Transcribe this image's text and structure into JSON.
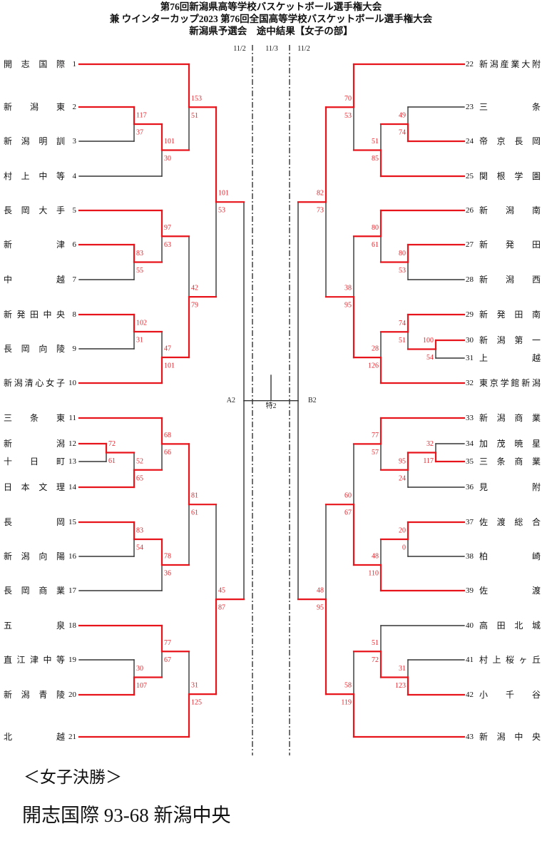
{
  "title": {
    "lines": [
      "第76回新潟県高等学校バスケットボール選手権大会",
      "兼 ウインターカップ2023 第76回全国高等学校バスケットボール選手権大会",
      "新潟県予選会　途中結果【女子の部】"
    ]
  },
  "dates": {
    "left": "11/2",
    "center": "11/3",
    "right": "11/2"
  },
  "colors": {
    "win_line": "#e8141c",
    "line": "#333333",
    "score": "#e3262d"
  },
  "teams": {
    "left": [
      {
        "no": "1",
        "name": "開志国際"
      },
      {
        "no": "2",
        "name": "新潟東"
      },
      {
        "no": "3",
        "name": "新潟明訓"
      },
      {
        "no": "4",
        "name": "村上中等"
      },
      {
        "no": "5",
        "name": "長岡大手"
      },
      {
        "no": "6",
        "name": "新津"
      },
      {
        "no": "7",
        "name": "中越"
      },
      {
        "no": "8",
        "name": "新発田中央"
      },
      {
        "no": "9",
        "name": "長岡向陵"
      },
      {
        "no": "10",
        "name": "新潟清心女子"
      },
      {
        "no": "11",
        "name": "三条東"
      },
      {
        "no": "12",
        "name": "新潟"
      },
      {
        "no": "13",
        "name": "十日町"
      },
      {
        "no": "14",
        "name": "日本文理"
      },
      {
        "no": "15",
        "name": "長岡"
      },
      {
        "no": "16",
        "name": "新潟向陽"
      },
      {
        "no": "17",
        "name": "長岡商業"
      },
      {
        "no": "18",
        "name": "五泉"
      },
      {
        "no": "19",
        "name": "直江津中等"
      },
      {
        "no": "20",
        "name": "新潟青陵"
      },
      {
        "no": "21",
        "name": "北越"
      }
    ],
    "right": [
      {
        "no": "22",
        "name": "新潟産業大附"
      },
      {
        "no": "23",
        "name": "三条"
      },
      {
        "no": "24",
        "name": "帝京長岡"
      },
      {
        "no": "25",
        "name": "関根学園"
      },
      {
        "no": "26",
        "name": "新潟南"
      },
      {
        "no": "27",
        "name": "新発田"
      },
      {
        "no": "28",
        "name": "新潟西"
      },
      {
        "no": "29",
        "name": "新発田南"
      },
      {
        "no": "30",
        "name": "新潟第一"
      },
      {
        "no": "31",
        "name": "上越"
      },
      {
        "no": "32",
        "name": "東京学館新潟"
      },
      {
        "no": "33",
        "name": "新潟商業"
      },
      {
        "no": "34",
        "name": "加茂暁星"
      },
      {
        "no": "35",
        "name": "三条商業"
      },
      {
        "no": "36",
        "name": "見附"
      },
      {
        "no": "37",
        "name": "佐渡総合"
      },
      {
        "no": "38",
        "name": "柏崎"
      },
      {
        "no": "39",
        "name": "佐渡"
      },
      {
        "no": "40",
        "name": "高田北城"
      },
      {
        "no": "41",
        "name": "村上桜ヶ丘"
      },
      {
        "no": "42",
        "name": "小千谷"
      },
      {
        "no": "43",
        "name": "新潟中央"
      }
    ]
  },
  "bracket": {
    "left": {
      "round": 5,
      "top": {
        "round": 4,
        "scores": [
          101,
          53
        ],
        "top": {
          "round": 3,
          "scores": [
            153,
            51
          ],
          "top": {
            "team": "1"
          },
          "bottom": {
            "round": 2,
            "scores": [
              101,
              30
            ],
            "top": {
              "round": 1,
              "scores": [
                117,
                37
              ],
              "top": {
                "team": "2"
              },
              "bottom": {
                "team": "3"
              }
            },
            "bottom": {
              "team": "4"
            }
          }
        },
        "bottom": {
          "round": 3,
          "scores": [
            42,
            79
          ],
          "top": {
            "round": 2,
            "scores": [
              97,
              63
            ],
            "top": {
              "team": "5"
            },
            "bottom": {
              "round": 1,
              "scores": [
                83,
                55
              ],
              "top": {
                "team": "6"
              },
              "bottom": {
                "team": "7"
              }
            }
          },
          "bottom": {
            "round": 2,
            "scores": [
              47,
              101
            ],
            "top": {
              "round": 1,
              "scores": [
                102,
                31
              ],
              "top": {
                "team": "8"
              },
              "bottom": {
                "team": "9"
              }
            },
            "bottom": {
              "team": "10"
            }
          }
        }
      },
      "bottom": {
        "round": 4,
        "scores": [
          45,
          87
        ],
        "top": {
          "round": 3,
          "scores": [
            81,
            61
          ],
          "top": {
            "round": 2,
            "scores": [
              68,
              66
            ],
            "top": {
              "team": "11"
            },
            "bottom": {
              "round": 1,
              "scores": [
                52,
                65
              ],
              "top": {
                "round": 0,
                "scores": [
                  72,
                  61
                ],
                "top": {
                  "team": "12"
                },
                "bottom": {
                  "team": "13"
                }
              },
              "bottom": {
                "team": "14"
              }
            }
          },
          "bottom": {
            "round": 2,
            "scores": [
              78,
              36
            ],
            "top": {
              "round": 1,
              "scores": [
                83,
                54
              ],
              "top": {
                "team": "15"
              },
              "bottom": {
                "team": "16"
              }
            },
            "bottom": {
              "team": "17"
            }
          }
        },
        "bottom": {
          "round": 3,
          "scores": [
            31,
            125
          ],
          "top": {
            "round": 2,
            "scores": [
              77,
              67
            ],
            "top": {
              "team": "18"
            },
            "bottom": {
              "round": 1,
              "scores": [
                30,
                107
              ],
              "top": {
                "team": "19"
              },
              "bottom": {
                "team": "20"
              }
            }
          },
          "bottom": {
            "team": "21"
          }
        }
      }
    },
    "right": {
      "round": 5,
      "top": {
        "round": 4,
        "scores": [
          82,
          73
        ],
        "top": {
          "round": 3,
          "scores": [
            70,
            53
          ],
          "top": {
            "team": "22"
          },
          "bottom": {
            "round": 2,
            "scores": [
              51,
              85
            ],
            "top": {
              "round": 1,
              "scores": [
                49,
                74
              ],
              "top": {
                "team": "23"
              },
              "bottom": {
                "team": "24"
              }
            },
            "bottom": {
              "team": "25"
            }
          }
        },
        "bottom": {
          "round": 3,
          "scores": [
            38,
            95
          ],
          "top": {
            "round": 2,
            "scores": [
              80,
              61
            ],
            "top": {
              "team": "26"
            },
            "bottom": {
              "round": 1,
              "scores": [
                80,
                53
              ],
              "top": {
                "team": "27"
              },
              "bottom": {
                "team": "28"
              }
            }
          },
          "bottom": {
            "round": 2,
            "scores": [
              28,
              126
            ],
            "top": {
              "round": 1,
              "scores": [
                74,
                51
              ],
              "top": {
                "team": "29"
              },
              "bottom": {
                "round": 0,
                "scores": [
                  100,
                  54
                ],
                "top": {
                  "team": "30"
                },
                "bottom": {
                  "team": "31"
                }
              }
            },
            "bottom": {
              "team": "32"
            }
          }
        }
      },
      "bottom": {
        "round": 4,
        "scores": [
          48,
          95
        ],
        "top": {
          "round": 3,
          "scores": [
            60,
            67
          ],
          "top": {
            "round": 2,
            "scores": [
              77,
              57
            ],
            "top": {
              "team": "33"
            },
            "bottom": {
              "round": 1,
              "scores": [
                95,
                24
              ],
              "top": {
                "round": 0,
                "scores": [
                  32,
                  117
                ],
                "top": {
                  "team": "34"
                },
                "bottom": {
                  "team": "35"
                }
              },
              "bottom": {
                "team": "36"
              }
            }
          },
          "bottom": {
            "round": 2,
            "scores": [
              48,
              110
            ],
            "top": {
              "round": 1,
              "scores": [
                20,
                0
              ],
              "top": {
                "team": "37"
              },
              "bottom": {
                "team": "38"
              }
            },
            "bottom": {
              "team": "39"
            }
          }
        },
        "bottom": {
          "round": 3,
          "scores": [
            58,
            119
          ],
          "top": {
            "round": 2,
            "scores": [
              51,
              72
            ],
            "top": {
              "team": "40"
            },
            "bottom": {
              "round": 1,
              "scores": [
                31,
                123
              ],
              "top": {
                "team": "41"
              },
              "bottom": {
                "team": "42"
              }
            }
          },
          "bottom": {
            "team": "43"
          }
        }
      }
    },
    "center": {
      "left_label": "A2",
      "right_label": "B2",
      "center_label": "特2"
    }
  },
  "final": {
    "heading": "＜女子決勝＞",
    "result": "開志国際 93-68 新潟中央"
  }
}
